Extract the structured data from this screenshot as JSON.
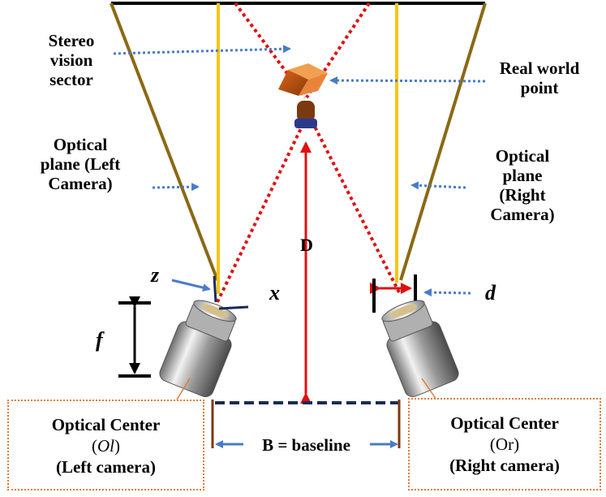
{
  "labels": {
    "stereo_sector": [
      "Stereo",
      "vision",
      "sector"
    ],
    "real_world_point": [
      "Real world",
      "point"
    ],
    "optical_plane_left": [
      "Optical",
      "plane (Left",
      "Camera)"
    ],
    "optical_plane_right": [
      "Optical",
      "plane",
      "(Right",
      "Camera)"
    ],
    "z": "z",
    "x": "x",
    "f": "f",
    "d": "d",
    "D": "D",
    "baseline": "B = baseline"
  },
  "boxes": {
    "left": {
      "title": "Optical Center",
      "symbol_open": "(",
      "symbol": "Ol",
      "symbol_close": ")",
      "camera": "(Left camera)"
    },
    "right": {
      "title": "Optical Center",
      "symbol": "(Or)",
      "camera": "(Right camera)"
    }
  },
  "colors": {
    "plane_line": "#8b6914",
    "optical_axis": "#f5c518",
    "ray": "#e01010",
    "arrow_blue": "#4a7cc7",
    "baseline": "#1a2a5a",
    "box_border": "#e07b39"
  }
}
